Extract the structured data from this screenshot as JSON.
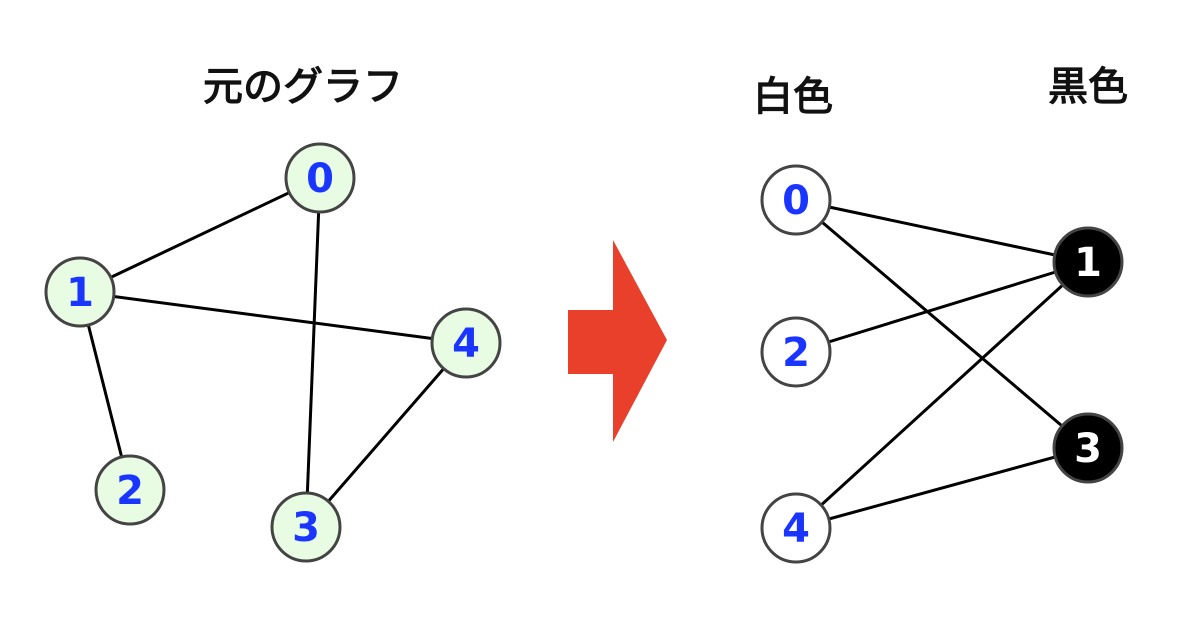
{
  "titles": {
    "original": "元のグラフ",
    "white": "白色",
    "black": "黒色"
  },
  "colors": {
    "original_node_fill": "#e8fbe3",
    "white_node_fill": "#ffffff",
    "black_node_fill": "#000000",
    "label_blue": "#1a35ff",
    "label_white": "#ffffff",
    "arrow": "#e8402a"
  },
  "original_graph": {
    "nodes": [
      {
        "id": "0",
        "label": "0"
      },
      {
        "id": "1",
        "label": "1"
      },
      {
        "id": "2",
        "label": "2"
      },
      {
        "id": "3",
        "label": "3"
      },
      {
        "id": "4",
        "label": "4"
      }
    ],
    "edges": [
      [
        "0",
        "1"
      ],
      [
        "0",
        "3"
      ],
      [
        "1",
        "4"
      ],
      [
        "1",
        "2"
      ],
      [
        "3",
        "4"
      ]
    ]
  },
  "bipartite_graph": {
    "white_nodes": [
      {
        "id": "0",
        "label": "0"
      },
      {
        "id": "2",
        "label": "2"
      },
      {
        "id": "4",
        "label": "4"
      }
    ],
    "black_nodes": [
      {
        "id": "1",
        "label": "1"
      },
      {
        "id": "3",
        "label": "3"
      }
    ],
    "edges": [
      [
        "0",
        "1"
      ],
      [
        "0",
        "3"
      ],
      [
        "2",
        "1"
      ],
      [
        "4",
        "1"
      ],
      [
        "4",
        "3"
      ]
    ]
  },
  "arrow_icon": "right-arrow-icon"
}
